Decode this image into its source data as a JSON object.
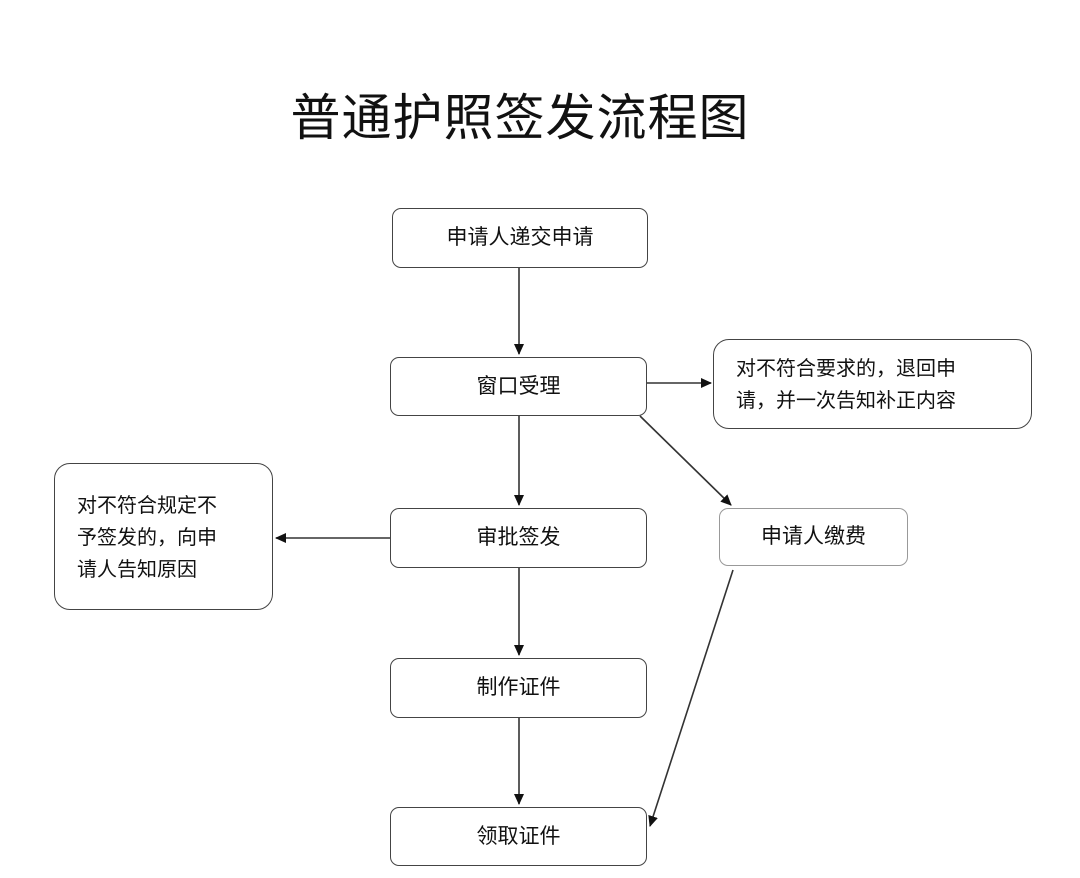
{
  "title": "普通护照签发流程图",
  "nodes": {
    "submit": "申请人递交申请",
    "accept": "窗口受理",
    "return_note_line1": "对不符合要求的，退回申",
    "return_note_line2": "请，并一次告知补正内容",
    "approve": "审批签发",
    "refuse_note_line1": "对不符合规定不",
    "refuse_note_line2": "予签发的，向申",
    "refuse_note_line3": "请人告知原因",
    "fee": "申请人缴费",
    "make": "制作证件",
    "collect": "领取证件"
  },
  "edges": [
    {
      "from": "submit",
      "to": "accept"
    },
    {
      "from": "accept",
      "to": "return_note"
    },
    {
      "from": "accept",
      "to": "approve"
    },
    {
      "from": "accept",
      "to": "fee"
    },
    {
      "from": "approve",
      "to": "refuse_note"
    },
    {
      "from": "approve",
      "to": "make"
    },
    {
      "from": "make",
      "to": "collect"
    },
    {
      "from": "fee",
      "to": "collect"
    }
  ]
}
